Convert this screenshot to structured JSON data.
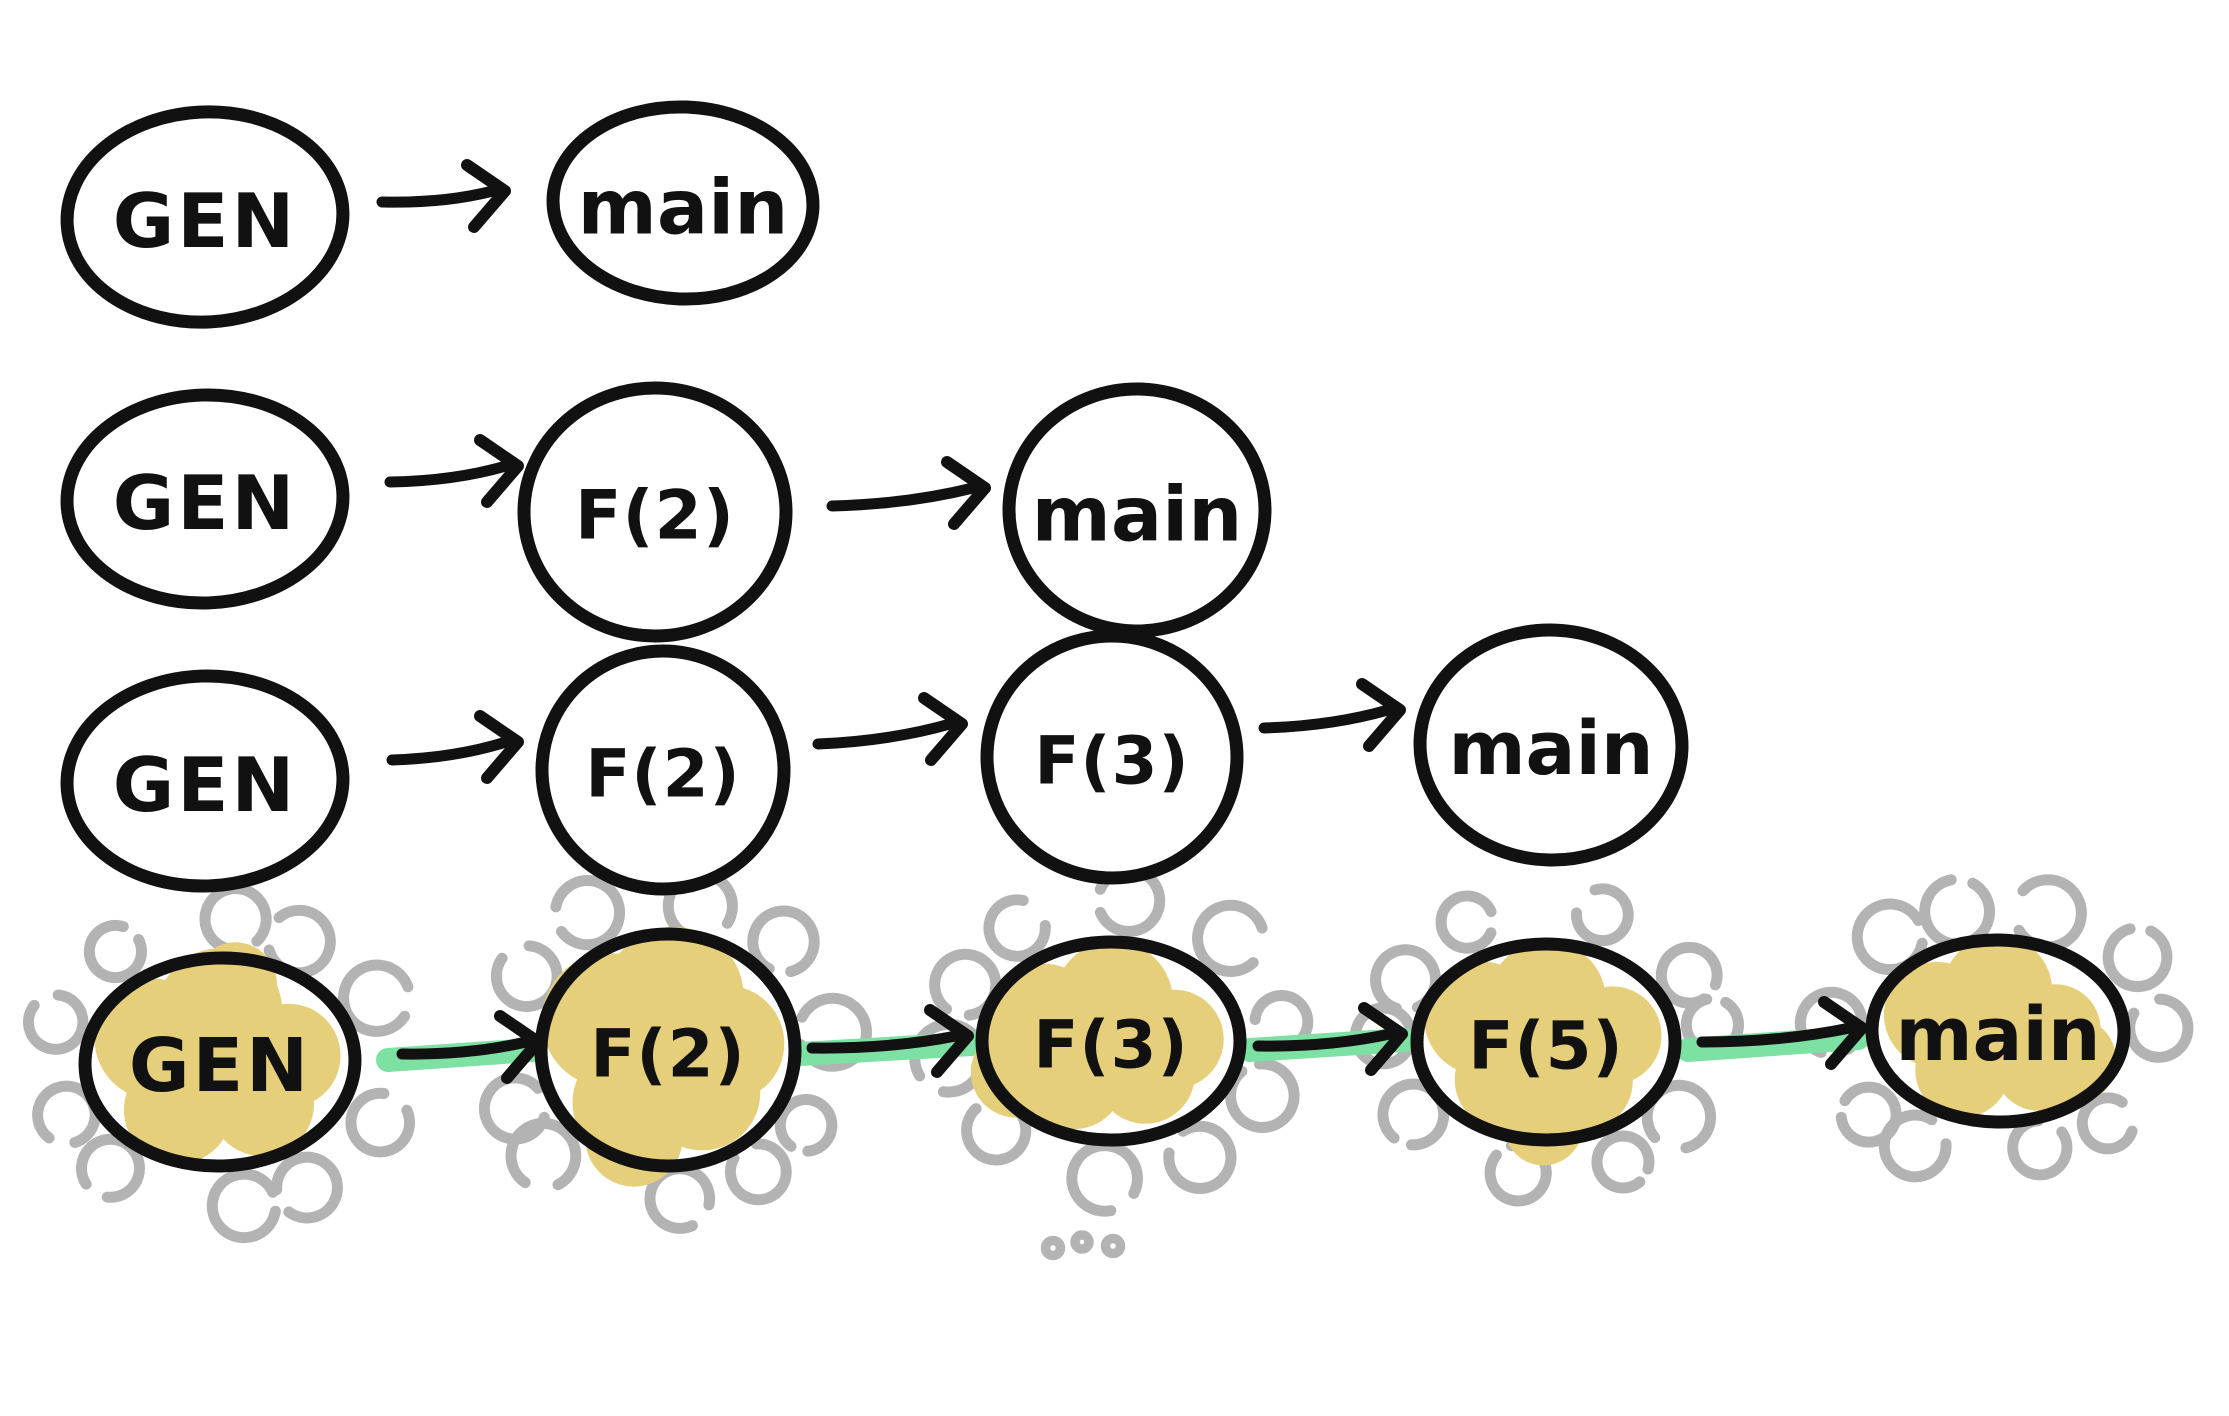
{
  "diagram": {
    "description_rows": [
      {
        "name": "row-1",
        "highlighted": false,
        "nodes": [
          {
            "label": "GEN"
          },
          {
            "label": "main"
          }
        ]
      },
      {
        "name": "row-2",
        "highlighted": false,
        "nodes": [
          {
            "label": "GEN"
          },
          {
            "label": "F(2)"
          },
          {
            "label": "main"
          }
        ]
      },
      {
        "name": "row-3",
        "highlighted": false,
        "nodes": [
          {
            "label": "GEN"
          },
          {
            "label": "F(2)"
          },
          {
            "label": "F(3)"
          },
          {
            "label": "main"
          }
        ]
      },
      {
        "name": "row-4",
        "highlighted": true,
        "nodes": [
          {
            "label": "GEN"
          },
          {
            "label": "F(2)"
          },
          {
            "label": "F(3)"
          },
          {
            "label": "F(5)"
          },
          {
            "label": "main"
          }
        ]
      }
    ],
    "rows": [
      {
        "nodes": [
          {
            "label": "GEN"
          },
          {
            "label": "main"
          }
        ]
      },
      {
        "nodes": [
          {
            "label": "GEN"
          },
          {
            "label": "F(2)"
          },
          {
            "label": "main"
          }
        ]
      },
      {
        "nodes": [
          {
            "label": "GEN"
          },
          {
            "label": "F(2)"
          },
          {
            "label": "F(3)"
          },
          {
            "label": "main"
          }
        ]
      },
      {
        "nodes": [
          {
            "label": "GEN"
          },
          {
            "label": "F(2)"
          },
          {
            "label": "F(3)"
          },
          {
            "label": "F(5)"
          },
          {
            "label": "main"
          }
        ]
      }
    ],
    "continuation_dots": 3,
    "colors": {
      "ink": "#111111",
      "node_highlight_fill": "#e6cf7a",
      "petal_gray": "#b3b3b3",
      "arrow_underline_green": "#7de1a3",
      "background": "#ffffff"
    }
  }
}
